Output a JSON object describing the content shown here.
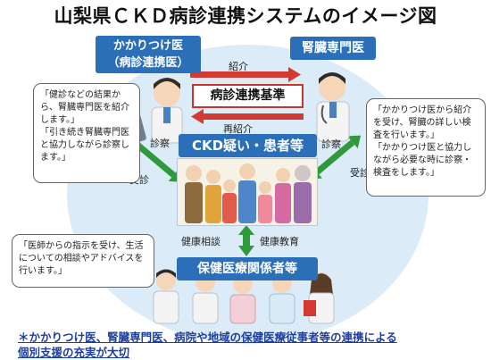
{
  "title": "山梨県ＣＫＤ病診連携システムのイメージ図",
  "nodes": {
    "kakaritsuke": [
      "かかりつけ医",
      "（病診連携医）"
    ],
    "jinzo": "腎臓専門医",
    "ckd": "CKD疑い・患者等",
    "hoken": "保健医療関係者等",
    "standard": "病診連携基準"
  },
  "arrows": {
    "referral": "紹介",
    "reverse_referral": "再紹介",
    "exam_left": "診察",
    "visit_left": "受診",
    "exam_right": "診察",
    "visit_right": "受診",
    "health_consult": "健康相談",
    "health_edu": "健康教育"
  },
  "bubbles": {
    "left": [
      "「健診などの結果から、腎臓専門医を紹介します。」",
      "「引き続き腎臓専門医と協力しながら診察します。」"
    ],
    "right": [
      "「かかりつけ医から紹介を受け、腎臓の詳しい検査を行います。」",
      "「かかりつけ医と協力しながら必要な時に診察・検査をします。」"
    ],
    "bottom": [
      "「医師からの指示を受け、生活についての相談やアドバイスを行います。」"
    ]
  },
  "footer": [
    "＊かかりつけ医、腎臓専門医、病院や地域の保健医療従事者等の連携による",
    "個別支援の充実が大切"
  ],
  "colors": {
    "label_blue": "#2a6fb8",
    "arrow_red": "#d23a32",
    "arrow_green": "#2e9a3a",
    "background_circle": "#dcebf8",
    "footer_text": "#1f3f9e"
  }
}
